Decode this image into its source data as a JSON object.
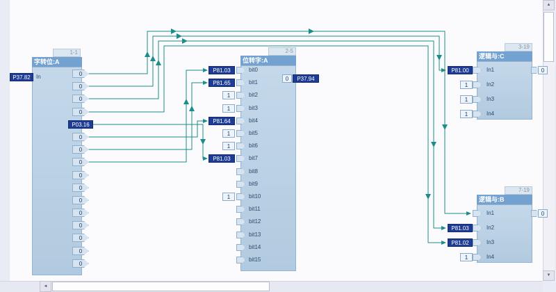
{
  "canvas": {
    "background": "#e9ebf5",
    "surface": "#fbfbfd",
    "wire_color": "#1c8c8c"
  },
  "blocks": {
    "word_to_bit": {
      "tab": "1-1",
      "title": "字转位:A",
      "input": {
        "label": "In",
        "param": "P37.82"
      },
      "outputs": [
        "0",
        "0",
        "0",
        "0",
        "0",
        "0",
        "0",
        "0",
        "0",
        "0",
        "0",
        "0",
        "0",
        "0",
        "0",
        "0"
      ],
      "output5_param": "P03.16"
    },
    "bit_to_word": {
      "tab": "2-5",
      "title": "位转字:A",
      "inputs": [
        {
          "label": "bit0",
          "value": "P81.03"
        },
        {
          "label": "bit1",
          "value": "P81.65"
        },
        {
          "label": "bit2",
          "value": "1"
        },
        {
          "label": "bit3",
          "value": "1"
        },
        {
          "label": "bit4",
          "value": "P81.64"
        },
        {
          "label": "bit5",
          "value": "1"
        },
        {
          "label": "bit6",
          "value": "1"
        },
        {
          "label": "bit7",
          "value": "P81.03"
        },
        {
          "label": "bit8",
          "value": ""
        },
        {
          "label": "bit9",
          "value": ""
        },
        {
          "label": "bit10",
          "value": "1"
        },
        {
          "label": "bit11",
          "value": ""
        },
        {
          "label": "bit12",
          "value": ""
        },
        {
          "label": "bit13",
          "value": ""
        },
        {
          "label": "bit14",
          "value": ""
        },
        {
          "label": "bit15",
          "value": ""
        }
      ],
      "output": {
        "value": "0",
        "param": "P37.94"
      }
    },
    "logic_and_c": {
      "tab": "3-19",
      "title": "逻辑与:C",
      "inputs": [
        {
          "label": "In1",
          "value": "P81.00"
        },
        {
          "label": "In2",
          "value": "1"
        },
        {
          "label": "In3",
          "value": "1"
        },
        {
          "label": "In4",
          "value": "1"
        }
      ],
      "output": "0"
    },
    "logic_and_b": {
      "tab": "7-19",
      "title": "逻辑与:B",
      "inputs": [
        {
          "label": "In1",
          "value": ""
        },
        {
          "label": "In2",
          "value": "P81.03"
        },
        {
          "label": "In3",
          "value": "P81.02"
        },
        {
          "label": "In4",
          "value": "1"
        }
      ],
      "output": "0"
    }
  },
  "scrollbars": {
    "up_glyph": "▲",
    "down_glyph": "▼",
    "left_glyph": "◄"
  }
}
